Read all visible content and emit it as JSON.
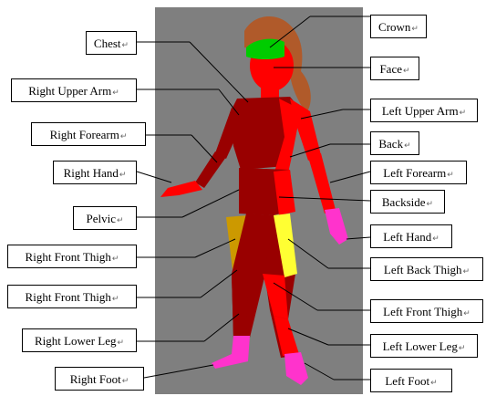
{
  "diagram": {
    "labels": {
      "chest": "Chest",
      "right_upper_arm": "Right Upper Arm",
      "right_forearm": "Right Forearm",
      "right_hand": "Right Hand",
      "pelvic": "Pelvic",
      "right_front_thigh_1": "Right Front Thigh",
      "right_front_thigh_2": "Right Front Thigh",
      "right_lower_leg": "Right Lower Leg",
      "right_foot": "Right Foot",
      "crown": "Crown",
      "face": "Face",
      "left_upper_arm": "Left Upper Arm",
      "back": "Back",
      "left_forearm": "Left Forearm",
      "backside": "Backside",
      "left_hand": "Left Hand",
      "left_back_thigh": "Left Back Thigh",
      "left_front_thigh": "Left Front Thigh",
      "left_lower_leg": "Left Lower Leg",
      "left_foot": "Left Foot"
    },
    "return_mark": "↵",
    "colors": {
      "background_panel": "#7f7f7f",
      "dark_red": "#990000",
      "red": "#ff0000",
      "magenta": "#ff33cc",
      "gold": "#cc9900",
      "yellow": "#ffff33",
      "green": "#00cc00",
      "hair": "#b05a2a"
    }
  }
}
